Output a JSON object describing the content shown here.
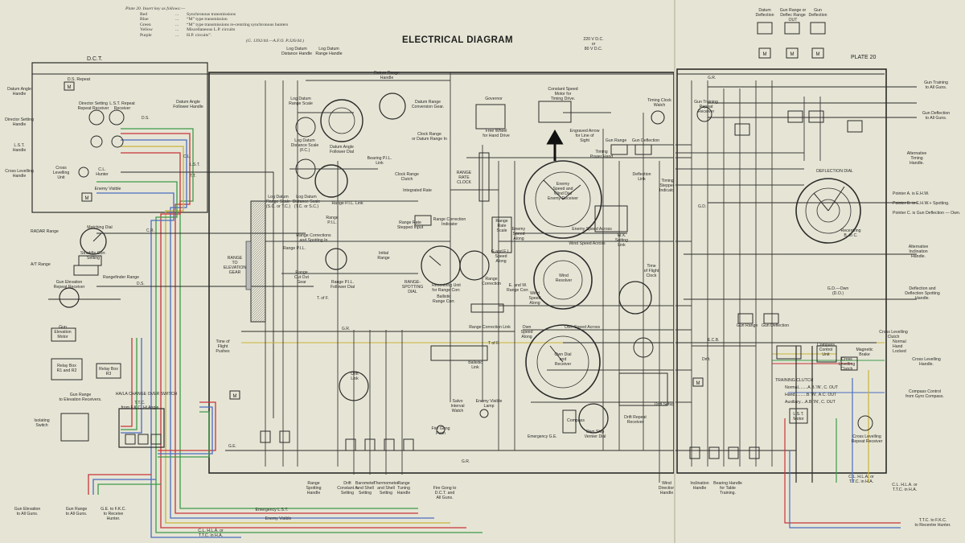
{
  "title": "ELECTRICAL DIAGRAM",
  "plate": "PLATE 20",
  "dct": "D.C.T.",
  "key": {
    "heading": "Plate 20.  Insert key as follows:—",
    "rows": [
      {
        "color": "Red",
        "sep": "...",
        "meaning": "Synchronous transmissions"
      },
      {
        "color": "Blue",
        "sep": "...",
        "meaning": "“M” type transmission"
      },
      {
        "color": "Green",
        "sep": "...",
        "meaning": "“M” type transmissions re-centring synchronous hunters"
      },
      {
        "color": "Yellow",
        "sep": "...",
        "meaning": "Miscellaneous L.P. circuits"
      },
      {
        "color": "Purple",
        "sep": "...",
        "meaning": "H.P. circuits”."
      }
    ],
    "reference": "(G. 1392/44.—A.F.O. P.326/44.)"
  },
  "wire_colors": {
    "red": "#c8343a",
    "blue": "#4a6cc0",
    "green": "#3d9a4a",
    "yellow": "#c9b338",
    "purple": "#8a5aa8",
    "black": "#2b2b2b"
  },
  "labels": {
    "datum_angle_handle": "Datum Angle\nHandle",
    "director_setting_handle": "Director Setting\nHandle",
    "lst_handle": "L.S.T.\nHandle",
    "cross_levelling_handle_left": "Cross Levelling\nHandle",
    "ds_repeat": "D.S. Repeat",
    "director_setting_repeat": "Director Setting\nRepeat Receiver",
    "lst_repeat": "L.S.T. Repeat\nReceiver",
    "cross_levelling_unit": "Cross\nLevelling\nUnit",
    "cl_hunter": "C.L.\nHunter",
    "enemy_visible_left": "Enemy Visible",
    "radar_range": "RADAR Range",
    "matching_dial": "Matching Dial",
    "straddle_corr_setting": "Straddle Corr.\nSetting",
    "rangefinder_range": "Rangefinder Range",
    "at_range": "A/T Range",
    "gun_elevation_repeat": "Gun Elevation\nRepeat Receiver",
    "gun_elevation_motor": "Gun\nElevation\nMotor",
    "relay_box_r1r2": "Relay Box\nR1 and R2",
    "relay_box_r3": "Relay Box\nR3",
    "gun_range_elevation": "Gun Range\nto Elevation Receivers.",
    "isolating_switch": "Isolating\nSwitch",
    "ha_la_changeover": "HA/LA CHANGE OVER SWITCH",
    "ttc_hi_angle": "T.T.C.\nfrom F.K.C. Hi Angle",
    "gun_elevation_all": "Gun Elevation\nto All Guns.",
    "gun_range_all": "Gun Range\nto All Guns.",
    "ge_to_fkc": "G.E. to F.K.C.\nto Receive\nHunter.",
    "cl_hla": "C.L. H.L.A. or\nT.T.C. in H.A.",
    "emergency_lst": "Emergency L.S.T.",
    "enemy_visible_bottom": "Enemy Visible",
    "log_datum_distance": "Log Datum\nDistance Handle",
    "log_datum_range": "Log Datum\nRange Handle",
    "datum_range_handle": "Datum Range\nHandle",
    "datum_angle_follower": "Datum Angle\nFollower Handle",
    "datum_range_conversion": "Datum Range\nConversion Gear.",
    "log_datum_range_scale": "Log Datum\nRange Scale",
    "log_datum_distance_scale": "Log Datum\nDistance Scale\n(F.C.)",
    "datum_angle_follower_dial": "Datum Angle\nFollower Dial",
    "clock_range_datum": "Clock Range\nor Datum Range In",
    "bearing_pil_link": "Bearing P.I.L.\nLink",
    "log_datum_distance_scale2": "Log Datum\nDistance Scale\n(T.C. or S.C.)",
    "log_datum_range_scale2": "Log Datum\nRange Scale\n(S.C. or T.C.)",
    "range_pil_link": "Range P.I.L. Link",
    "clock_range_clutch": "Clock Range\nClutch",
    "range_rate_clock": "RANGE\nRATE\nCLOCK",
    "integrated_rate": "Integrated Rate",
    "range_pil": "Range\nP.I.L.",
    "range_corrections_spotting": "Range Corrections\nand Spotting In",
    "range_pil2": "Range P.I.L.",
    "range_corr_indicator": "Range Correction\nIndicator",
    "range_rate_scale": "Range\nRate\nScale",
    "range_rate_stepped": "Range Rate\nStepped Input",
    "range_to_elevation_gear": "RANGE\nTO\nELEVATION\nGEAR",
    "range_cut_out_gear": "Range\nCut Out\nGear",
    "range_pil_follower": "Range P.I.L.\nFollower Dial",
    "initial_range": "Initial\nRange",
    "range_spotting_dial": "RANGE-\nSPOTTING\nDIAL",
    "recentring_unit": "Recentring Unit\nfor Range Corr.",
    "ballistic_range_corr": "Ballistic\nRange Corr.",
    "range_correction": "Range\nCorrection",
    "time_of_flight_pushes": "Time of\nFlight\nPushes",
    "tof": "T of F.",
    "drift_link": "Drift\nLink",
    "range_correction_link": "Range Correction Link",
    "ballistic_link": "Ballistic\nLink",
    "salvo_interval_watch": "Salvo\nInterval\nWatch",
    "enemy_visible_lamp": "Enemy Visible\nLamp",
    "fire_gong_push": "Fire Gong\nPush",
    "fire_gong_to": "Fire Gong to\nD.C.T. and\nAll Guns.",
    "range_spotting_handle": "Range\nSpotting\nHandle",
    "drift_constant": "Drift\nConstant A\nSetting",
    "barometer_shell": "Barometer\nand Shell\nSetting",
    "thermometer_shell": "Thermometer\nand Shell\nSetting",
    "range_tuning": "Range\nTuning\nHandle",
    "supply_220": "220 V D.C.\nor\n80 V D.C.",
    "governor": "Governor",
    "constant_speed_motor": "Constant Speed\nMotor for\nTiming Drive.",
    "free_wheel": "Free Wheel\nfor Hand Drive",
    "engraved_arrow": "Engraved Arrow\nfor Line of\nSight",
    "timing_clock_watch": "Timing Clock\nWatch",
    "gun_range_top": "Gun Range",
    "gun_deflection_top": "Gun Deflection",
    "timing_power_hand": "Timing\nPower   Hand",
    "deflection_link": "Deflection\nLink",
    "timing_stepped": "Timing\nStepped\nIndicator",
    "enemy_speed_wind": "Enemy\nSpeed and\nWind Dial",
    "enemy_receiver": "Enemy Receiver",
    "enemy_speed_along": "Enemy\nSpeed\nAlong",
    "enemy_speed_across": "Enemy Speed Across",
    "wind_speed_across": "Wind Speed Across",
    "wind_speed_along": "Wind\nSpeed\nAlong",
    "ge_speed_along": "G and E.L.\nSpeed\nAlong",
    "e_and_w_range_corr": "E. and W.\nRange Corr.",
    "wind_resolver": "Wind\nResolver",
    "own_speed_across": "Own Speed Across",
    "own_speed_along": "Own\nSpeed\nAlong",
    "own_dial_receiver": "Own Dial\nand\nReceiver",
    "compass": "Compass",
    "wind_direction_handle": "Wind\nDirection\nHandle",
    "own_ship_vernier": "Own Ship\nVernier Dial",
    "drift_repeat_receiver": "Drift Repeat\nReceiver",
    "drift_setup": "Drift Setup",
    "time_of_flight_clock": "Time\nof Flight\nClock",
    "wx_setting_link": "W.X.\nSetting\nLink",
    "emergency_ge": "Emergency G.E.",
    "datum_deflection": "Datum\nDeflection",
    "gun_range_out": "Gun Range or\nDeflec Range\nOUT",
    "gun_deflection_out": "Gun\nDeflection",
    "gun_training_repeat": "Gun Training\nRepeat\nReceiver",
    "gun_training_all": "Gun Training\nto All Guns.",
    "gun_deflection_all": "Gun Deflection\nto All Guns.",
    "alternative_timing": "Alternative\nTiming\nHandle.",
    "deflection_dial": "DEFLECTION DIAL",
    "recentring_unit_right": "Recentring\nB. to C.",
    "pointer_a": "Pointer  A. is  E.H.W.",
    "pointer_b": "Pointer  B. is  E.H.W.+ Spotting.",
    "pointer_c": "Pointer  C. is  Gun Deflection — Own.",
    "alternative_inclination": "Alternative\nInclination\nHandle.",
    "deflection_spotting": "Deflection and\nDeflection Spotting\nHandle.",
    "gd_own": "G.D.—Own\n(D.O.)",
    "gun_range_lower": "Gun Range",
    "gun_deflection_lower": "Gun Deflection",
    "cross_levelling_clutch": "Cross Levelling\nClutch",
    "normal_hand_locked": "Normal\nHand\nLocked",
    "cross_levelling_right": "Cross Levelling\nHandle.",
    "compass_control": "Compass Control\nfrom Gyro Compass.",
    "compass_control_unit": "Compass\nControl\nUnit",
    "magnetic_brake": "Magnetic\nBrake",
    "cross_levelling_clutch_unit": "Cross\nLevelling\nClutch",
    "training_clutch": "TRAINING CLUTCH",
    "tc_normal": "Normal........A.B.‘IN’, C. OUT",
    "tc_hand": "Hand..........B.‘IN’, A.C. OUT",
    "tc_auxiliary": "Auxiliary....A.B.‘IN’, C. OUT",
    "lst_motor": "L.S.T.\nMotor",
    "cross_levelling_repeat": "Cross Levelling\nRepeat Receiver",
    "inclination_handle": "Inclination\nHandle",
    "bearing_handle_table": "Bearing Handle\nfor Table\nTraining.",
    "cl_hla_right": "C.L. H.L.A. or\nT.T.C. in H.A.",
    "cl_hla_right2": "C.L. H.L.A. or\nT.T.C. in H.A.",
    "ttc_fkc": "T.T.C. to F.K.C.\nto Recentre Hunter.",
    "wire_ds": "D.S.",
    "wire_cl": "C.L.",
    "wire_lst": "L.S.T.",
    "wire_tt": "T.T.",
    "wire_cr": "C.R.",
    "wire_gr": "G.R.",
    "wire_ge": "G.E.",
    "wire_gd": "G.D.",
    "wire_ecb": "E.C.B.",
    "wire_drift": "Drift.",
    "wire_emergency_ge": "Emergency G.E.",
    "sym_m": "M",
    "cl_a_ha": "C.L. H.L.A. or\nT.T.C. in H.A."
  }
}
